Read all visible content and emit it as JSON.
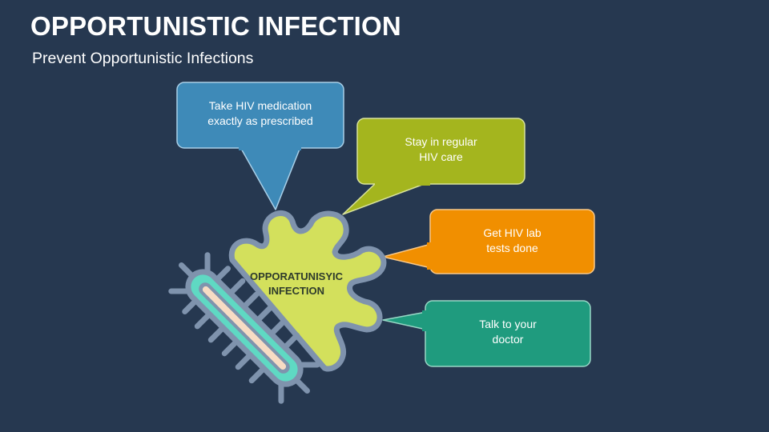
{
  "slide": {
    "title": "OPPORTUNISTIC INFECTION",
    "subtitle": "Prevent Opportunistic Infections"
  },
  "center": {
    "line1": "OPPORATUNISYIC",
    "line2": "INFECTION"
  },
  "callouts": [
    {
      "line1": "Take HIV medication",
      "line2": "exactly as prescribed",
      "color": "#3e8ab8"
    },
    {
      "line1": "Stay in regular",
      "line2": "HIV care",
      "color": "#a4b51e"
    },
    {
      "line1": "Get HIV lab",
      "line2": "tests done",
      "color": "#f18f00"
    },
    {
      "line1": "Talk to your",
      "line2": "doctor",
      "color": "#1f9b7e"
    }
  ],
  "colors": {
    "background": "#263850",
    "virus_fill": "#d3e05c",
    "virus_outline": "#7f93ad",
    "bacterium_spikes": "#7f93ad",
    "bacterium_ring": "#5fd9c3",
    "bacterium_core": "#f7dcc4"
  }
}
